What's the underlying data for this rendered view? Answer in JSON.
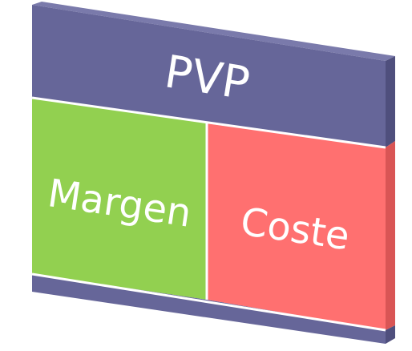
{
  "diagram": {
    "header_label": "PVP",
    "left_label": "Margen",
    "right_label": "Coste"
  },
  "colors": {
    "header": "#666699",
    "header_side": "#4f4f7d",
    "header_top": "#7a7aab",
    "margen": "#92d050",
    "coste": "#ff7070",
    "coste_side": "#d95555",
    "divider": "#ffffff",
    "text": "#ffffff"
  }
}
